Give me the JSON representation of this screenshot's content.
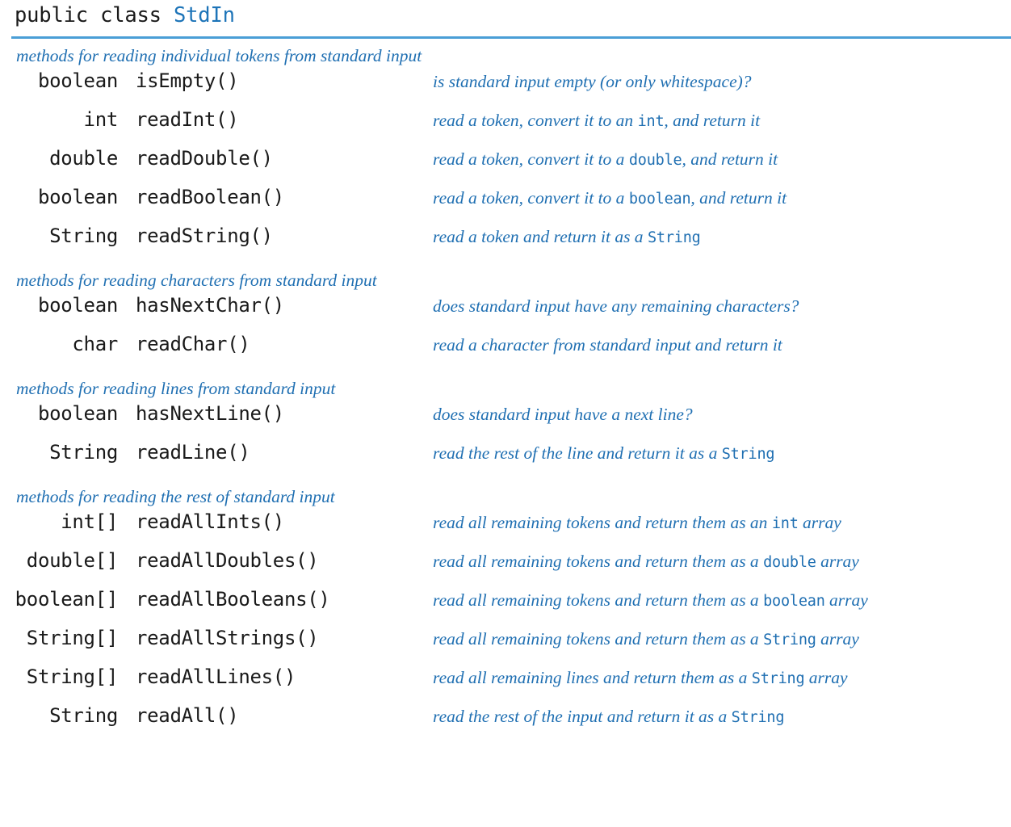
{
  "header": {
    "modifier": "public class",
    "class_name": "StdIn",
    "rule_color": "#4a9ed6"
  },
  "colors": {
    "code_text": "#1a1a1a",
    "accent_blue": "#1f6fb2",
    "class_name_blue": "#1d74b8",
    "rule_blue": "#4a9ed6",
    "background": "#ffffff"
  },
  "sections": [
    {
      "title": "methods for reading individual tokens from standard input",
      "methods": [
        {
          "return_type": "boolean",
          "name": "isEmpty()",
          "description_parts": [
            {
              "text": "is standard input empty (or only whitespace)?",
              "code": false
            }
          ]
        },
        {
          "return_type": "int",
          "name": "readInt()",
          "description_parts": [
            {
              "text": "read a token, convert it to an ",
              "code": false
            },
            {
              "text": "int",
              "code": true
            },
            {
              "text": ", and return it",
              "code": false
            }
          ]
        },
        {
          "return_type": "double",
          "name": "readDouble()",
          "description_parts": [
            {
              "text": "read a token, convert it to a ",
              "code": false
            },
            {
              "text": "double",
              "code": true
            },
            {
              "text": ", and return it",
              "code": false
            }
          ]
        },
        {
          "return_type": "boolean",
          "name": "readBoolean()",
          "description_parts": [
            {
              "text": "read a token, convert it to a ",
              "code": false
            },
            {
              "text": "boolean",
              "code": true
            },
            {
              "text": ", and return it",
              "code": false
            }
          ]
        },
        {
          "return_type": "String",
          "name": "readString()",
          "description_parts": [
            {
              "text": "read a token and return it as a ",
              "code": false
            },
            {
              "text": "String",
              "code": true
            }
          ]
        }
      ]
    },
    {
      "title": "methods for reading characters from standard input",
      "methods": [
        {
          "return_type": "boolean",
          "name": "hasNextChar()",
          "description_parts": [
            {
              "text": "does standard input have any remaining characters?",
              "code": false
            }
          ]
        },
        {
          "return_type": "char",
          "name": "readChar()",
          "description_parts": [
            {
              "text": "read a character from standard input and return it",
              "code": false
            }
          ]
        }
      ]
    },
    {
      "title": "methods for reading lines from standard input",
      "methods": [
        {
          "return_type": "boolean",
          "name": "hasNextLine()",
          "description_parts": [
            {
              "text": "does standard input have a next line?",
              "code": false
            }
          ]
        },
        {
          "return_type": "String",
          "name": "readLine()",
          "description_parts": [
            {
              "text": "read the rest of the line and return it as a ",
              "code": false
            },
            {
              "text": "String",
              "code": true
            }
          ]
        }
      ]
    },
    {
      "title": "methods for reading the rest of standard input",
      "methods": [
        {
          "return_type": "int[]",
          "name": "readAllInts()",
          "description_parts": [
            {
              "text": "read all remaining tokens and return them as an ",
              "code": false
            },
            {
              "text": "int",
              "code": true
            },
            {
              "text": " array",
              "code": false
            }
          ]
        },
        {
          "return_type": "double[]",
          "name": "readAllDoubles()",
          "description_parts": [
            {
              "text": "read all remaining tokens and return them as a ",
              "code": false
            },
            {
              "text": "double",
              "code": true
            },
            {
              "text": " array",
              "code": false
            }
          ]
        },
        {
          "return_type": "boolean[]",
          "name": "readAllBooleans()",
          "description_parts": [
            {
              "text": "read all remaining tokens and return them as a ",
              "code": false
            },
            {
              "text": "boolean",
              "code": true
            },
            {
              "text": " array",
              "code": false
            }
          ]
        },
        {
          "return_type": "String[]",
          "name": "readAllStrings()",
          "description_parts": [
            {
              "text": "read all remaining tokens and return them as a ",
              "code": false
            },
            {
              "text": "String",
              "code": true
            },
            {
              "text": " array",
              "code": false
            }
          ]
        },
        {
          "return_type": "String[]",
          "name": "readAllLines()",
          "description_parts": [
            {
              "text": "read all remaining lines and return them as a ",
              "code": false
            },
            {
              "text": "String",
              "code": true
            },
            {
              "text": " array",
              "code": false
            }
          ]
        },
        {
          "return_type": "String",
          "name": "readAll()",
          "description_parts": [
            {
              "text": "read the rest of the input and return it as a ",
              "code": false
            },
            {
              "text": "String",
              "code": true
            }
          ]
        }
      ]
    }
  ]
}
